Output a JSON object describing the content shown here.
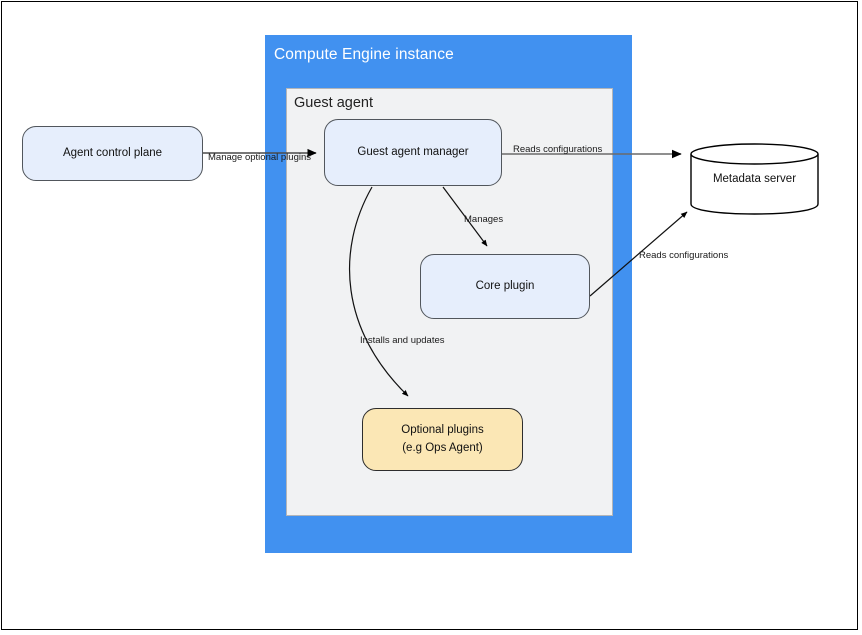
{
  "diagram": {
    "title_container": "Compute Engine instance",
    "subcontainer": "Guest agent",
    "nodes": {
      "agent_control_plane": "Agent control plane",
      "guest_agent_manager": "Guest agent manager",
      "core_plugin": "Core plugin",
      "optional_plugins_line1": "Optional plugins",
      "optional_plugins_line2": "(e.g  Ops Agent)",
      "metadata_server": "Metadata server"
    },
    "edges": {
      "manage_optional_plugins": "Manage optional plugins",
      "reads_configurations_top": "Reads configurations",
      "manages": "Manages",
      "reads_configurations_core": "Reads configurations",
      "installs_and_updates": "Installs and updates"
    },
    "colors": {
      "vm_container": "#4191f0",
      "guest_container": "#f1f2f3",
      "node_blue_fill": "#e6eefc",
      "node_blue_border": "#51565c",
      "node_yellow_fill": "#fbe7b5",
      "node_yellow_border": "#2d2d2d",
      "cylinder_fill": "#ffffff",
      "edge_dark": "#555555",
      "edge_black": "#000000",
      "page_border": "#000000"
    }
  }
}
